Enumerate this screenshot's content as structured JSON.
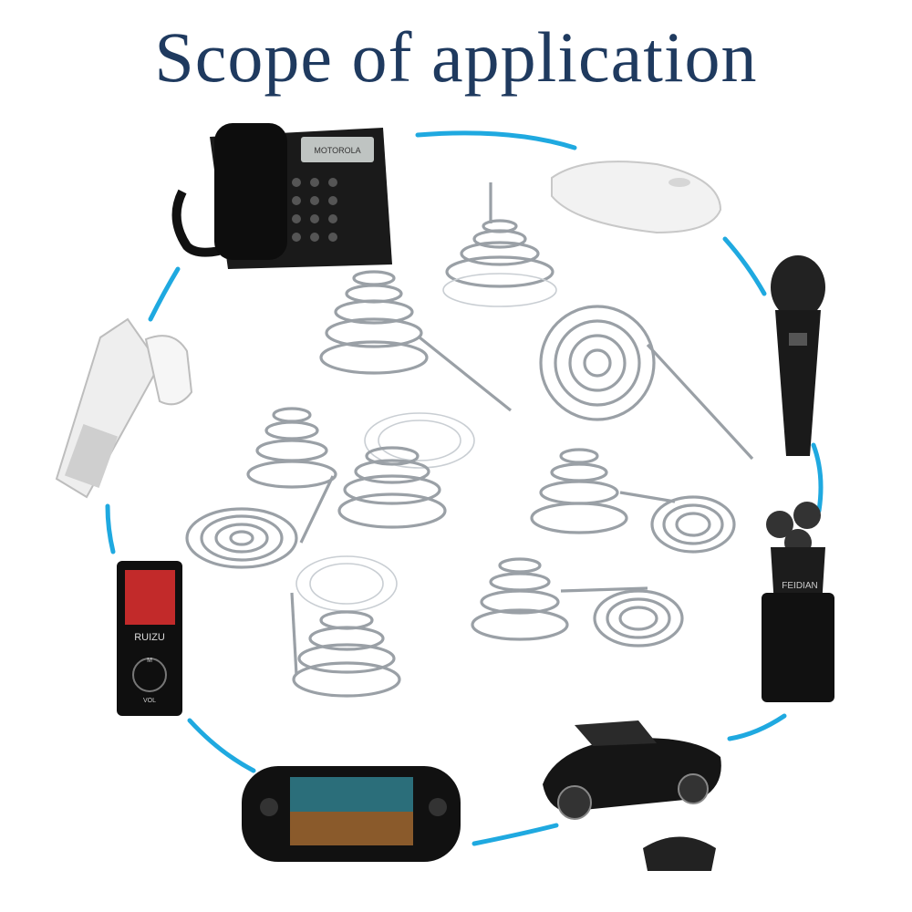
{
  "title": "Scope of application",
  "colors": {
    "title": "#1f3a5f",
    "ring": "#1fa9e0"
  },
  "products": [
    {
      "name": "desk-telephone-icon",
      "brand": "MOTOROLA"
    },
    {
      "name": "wireless-mouse-icon"
    },
    {
      "name": "microphone-icon"
    },
    {
      "name": "electric-shaver-icon",
      "brand": "FEIDIAN"
    },
    {
      "name": "rc-sports-car-icon"
    },
    {
      "name": "handheld-game-console-icon"
    },
    {
      "name": "mp3-player-icon",
      "brand": "RUIZU"
    },
    {
      "name": "remote-control-icon"
    }
  ],
  "mp3": {
    "brand": "RUIZU",
    "menu": "M",
    "vol": "VOL"
  },
  "shaver": {
    "brand": "FEIDIAN"
  }
}
